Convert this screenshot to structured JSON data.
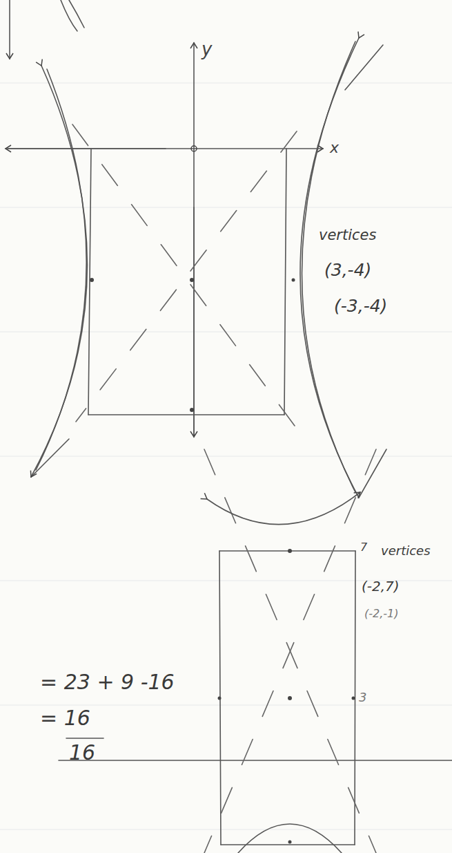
{
  "diagram": {
    "labels": [
      "y",
      "x",
      "vertices",
      "(3,-4)",
      "(-3,-4)",
      "7",
      "vertices",
      "(-2,7)",
      "(-2,-1)",
      "3",
      "= 23 + 9 -16",
      "= 16",
      "16"
    ]
  }
}
